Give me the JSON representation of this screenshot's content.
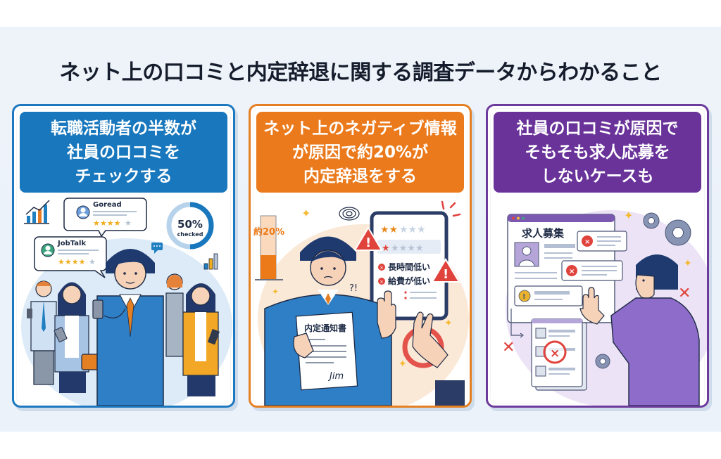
{
  "page": {
    "title": "ネット上の口コミと内定辞退に関する調査データからわかること",
    "colors": {
      "background": "#edf3f9",
      "title_text": "#151c2c",
      "card1_accent": "#1877bd",
      "card2_accent": "#eb7a1c",
      "card3_accent": "#6a339a"
    }
  },
  "cards": [
    {
      "id": "card-1",
      "heading_lines": [
        "転職活動者の半数が",
        "社員の口コミを",
        "チェックする"
      ],
      "illustration": {
        "description": "people-checking-smartphones",
        "review_bubbles": [
          {
            "site": "Goread",
            "stars_filled": 4,
            "stars_total": 5
          },
          {
            "site": "JobTalk",
            "stars_filled": 4,
            "stars_total": 5
          }
        ],
        "donut": {
          "value": "50%",
          "label": "checked",
          "percent": 50
        },
        "icons": [
          "growth-chart-icon",
          "bar-chart-icon",
          "chat-bubble-icon"
        ]
      }
    },
    {
      "id": "card-2",
      "heading_lines": [
        "ネット上のネガティブ情報",
        "が原因で約20%が",
        "内定辞退をする"
      ],
      "illustration": {
        "description": "candidate-declining-offer",
        "gauge": {
          "label": "約20%",
          "percent": 20
        },
        "tablet_reviews": {
          "rating_row_1": {
            "stars_filled": 2,
            "stars_total": 5
          },
          "rating_row_2": {
            "stars_filled": 1,
            "stars_total": 5
          },
          "complaints": [
            "長時間低い",
            "給費が低い"
          ]
        },
        "document_title": "内定通知書",
        "signature": "Jim",
        "icons": [
          "warning-icon",
          "prohibit-icon",
          "sparkle-icon",
          "confusion-swirl-icon"
        ]
      }
    },
    {
      "id": "card-3",
      "heading_lines": [
        "社員の口コミが原因で",
        "そもそも求人応募を",
        "しないケースも"
      ],
      "illustration": {
        "description": "person-rejecting-job-posting",
        "window_title": "求人募集",
        "icons": [
          "gear-icon",
          "reject-x-icon",
          "warning-coin-icon",
          "applicant-list-icon",
          "sparkle-icon"
        ]
      }
    }
  ]
}
